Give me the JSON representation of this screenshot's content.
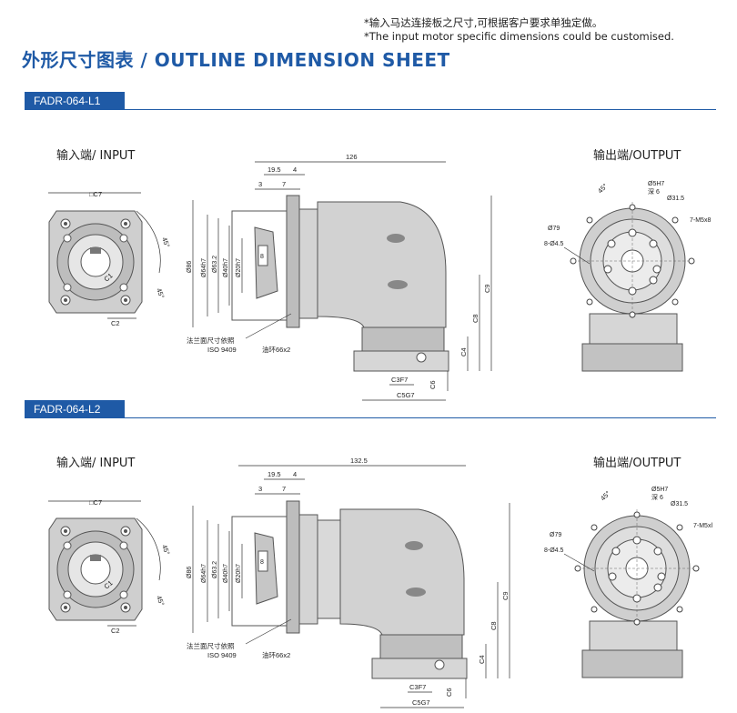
{
  "notes": {
    "cn": "*输入马达连接板之尺寸,可根据客户要求单独定做。",
    "en": "*The input motor specific dimensions could be customised."
  },
  "title": "外形尺寸图表 / OUTLINE DIMENSION SHEET",
  "colors": {
    "accent": "#1f5aa6",
    "metal": "#c9c9c9",
    "metal_dark": "#8a8a8a",
    "line": "#333333"
  },
  "sections": [
    {
      "model": "FADR-064-L1",
      "input_label": "输入端/ INPUT",
      "output_label": "输出端/OUTPUT",
      "input_dims": {
        "square": "□C7",
        "angle_a": "45°",
        "angle_b": "45°",
        "c1": "C1",
        "c2": "C2"
      },
      "side_dims": {
        "total": "126",
        "d195": "19.5",
        "d4": "4",
        "d3": "3",
        "d7": "7",
        "d8": "8",
        "dia86": "Ø86",
        "dia64": "Ø64h7",
        "dia63": "Ø63.2",
        "dia40": "Ø40h7",
        "dia20": "Ø20h7",
        "c9": "C9",
        "c8": "C8",
        "c4": "C4",
        "c6": "C6",
        "c3": "C3F7",
        "c5": "C5G7",
        "flange_note": "法兰面尺寸依照",
        "flange_std": "ISO 9409",
        "oil_ring": "油环66x2"
      },
      "output_dims": {
        "angle": "45°",
        "d5": "Ø5H7",
        "depth": "深 6",
        "pcd": "Ø31.5",
        "threads": "7-M5x8",
        "d79": "Ø79",
        "holes": "8-Ø4.5"
      }
    },
    {
      "model": "FADR-064-L2",
      "input_label": "输入端/ INPUT",
      "output_label": "输出端/OUTPUT",
      "input_dims": {
        "square": "□C7",
        "angle_a": "45°",
        "angle_b": "45°",
        "c1": "C1",
        "c2": "C2"
      },
      "side_dims": {
        "total": "132.5",
        "d195": "19.5",
        "d4": "4",
        "d3": "3",
        "d7": "7",
        "d8": "8",
        "dia86": "Ø86",
        "dia64": "Ø64h7",
        "dia63": "Ø63.2",
        "dia40": "Ø40h7",
        "dia20": "Ø20h7",
        "c9": "C9",
        "c8": "C8",
        "c4": "C4",
        "c6": "C6",
        "c3": "C3F7",
        "c5": "C5G7",
        "flange_note": "法兰面尺寸依照",
        "flange_std": "ISO 9409",
        "oil_ring": "油环66x2"
      },
      "output_dims": {
        "angle": "45°",
        "d5": "Ø5H7",
        "depth": "深 6",
        "pcd": "Ø31.5",
        "threads": "7-M5xl",
        "d79": "Ø79",
        "holes": "8-Ø4.5"
      }
    }
  ]
}
